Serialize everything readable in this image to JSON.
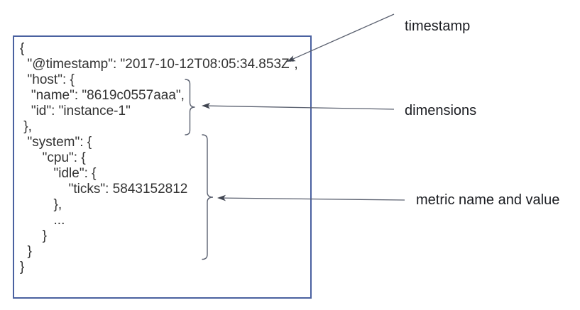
{
  "diagram": {
    "description": "Annotated example of a metrics JSON document",
    "document_box": {
      "code_lines": [
        "{",
        "  \"@timestamp\": \"2017-10-12T08:05:34.853Z\",",
        "  \"host\": {",
        "   \"name\": \"8619c0557aaa\",",
        "   \"id\": \"instance-1\"",
        " },",
        "  \"system\": {",
        "      \"cpu\": {",
        "         \"idle\": {",
        "             \"ticks\": 5843152812",
        "         },",
        "         ...",
        "      }",
        "  }",
        "}"
      ],
      "timestamp_value": "2017-10-12T08:05:34.853Z",
      "dimensions": {
        "host_name": "8619c0557aaa",
        "host_id": "instance-1"
      },
      "metric": {
        "name": "system.cpu.idle.ticks",
        "value": 5843152812
      }
    },
    "annotations": [
      {
        "label": "timestamp"
      },
      {
        "label": "dimensions"
      },
      {
        "label": "metric name and value"
      }
    ],
    "colors": {
      "box_border": "#4a61a0",
      "code_text": "#333333",
      "label_text": "#1b1d22",
      "line_color": "#5b6170",
      "arrowhead_color": "#3f4450",
      "canvas_bg": "#ffffff"
    }
  }
}
